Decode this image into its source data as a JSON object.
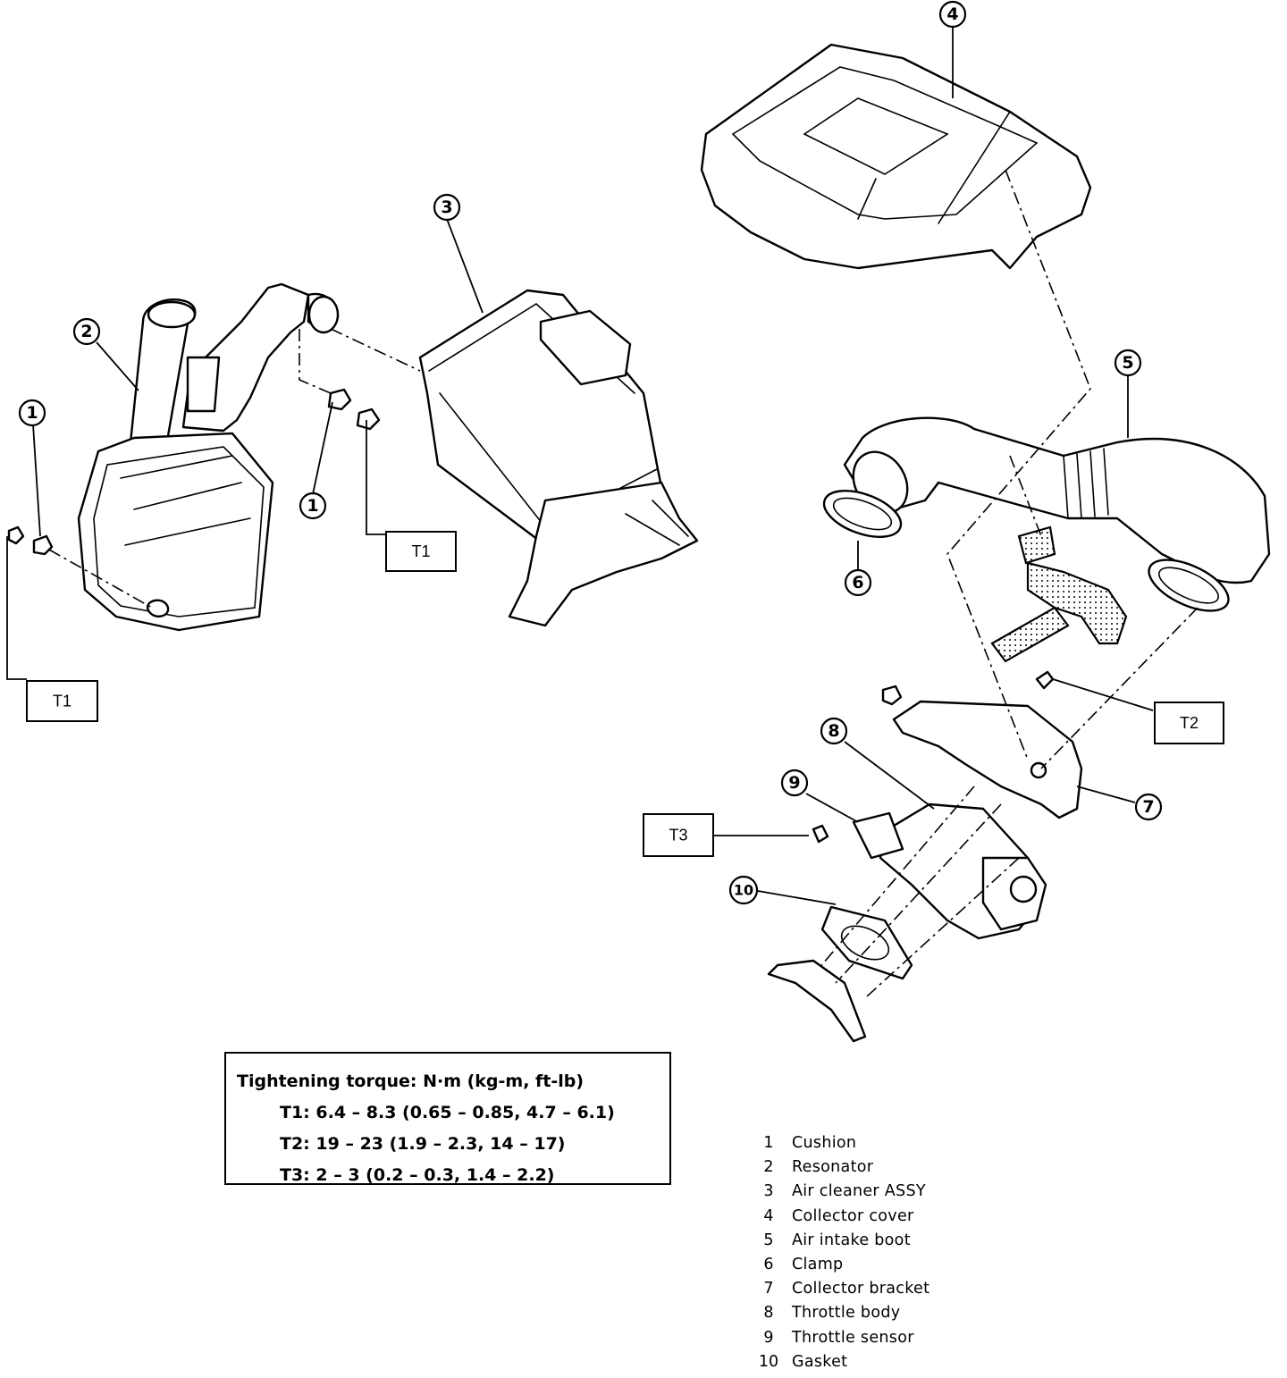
{
  "callouts": [
    "1",
    "2",
    "3",
    "4",
    "5",
    "6",
    "7",
    "8",
    "9",
    "10"
  ],
  "torque_tags": {
    "t1": "T1",
    "t2": "T2",
    "t3": "T3"
  },
  "torque_table": {
    "heading": "Tightening torque:  N·m (kg-m, ft-lb)",
    "rows": [
      "T1:  6.4 – 8.3 (0.65 – 0.85, 4.7 – 6.1)",
      "T2:  19 – 23 (1.9 – 2.3, 14 – 17)",
      "T3:  2 – 3 (0.2 – 0.3, 1.4 – 2.2)"
    ]
  },
  "legend": [
    {
      "no": "1",
      "name": "Cushion"
    },
    {
      "no": "2",
      "name": "Resonator"
    },
    {
      "no": "3",
      "name": "Air cleaner ASSY"
    },
    {
      "no": "4",
      "name": "Collector cover"
    },
    {
      "no": "5",
      "name": "Air intake boot"
    },
    {
      "no": "6",
      "name": "Clamp"
    },
    {
      "no": "7",
      "name": "Collector bracket"
    },
    {
      "no": "8",
      "name": "Throttle body"
    },
    {
      "no": "9",
      "name": "Throttle sensor"
    },
    {
      "no": "10",
      "name": "Gasket"
    }
  ]
}
